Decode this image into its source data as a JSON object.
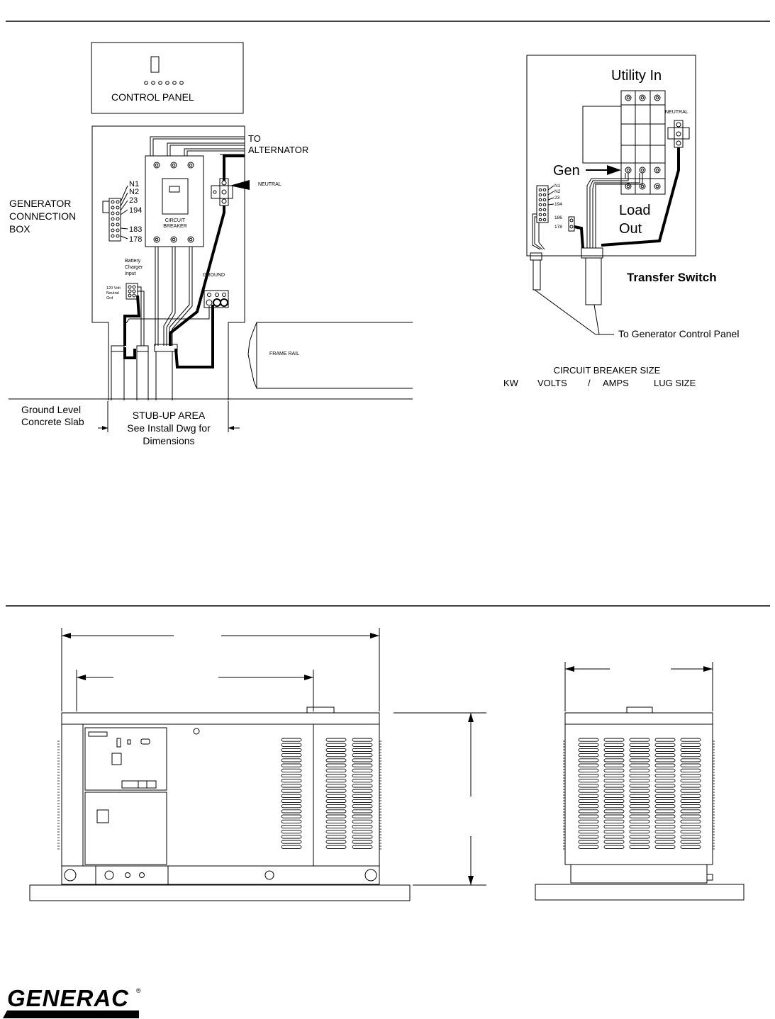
{
  "connection_diagram": {
    "control_panel_label": "CONTROL PANEL",
    "to_alternator_line1": "TO",
    "to_alternator_line2": "ALTERNATOR",
    "neutral_label": "NEUTRAL",
    "circuit_breaker_line1": "CIRCUIT",
    "circuit_breaker_line2": "BREAKER",
    "terminals": [
      "N1",
      "N2",
      "23",
      "194",
      "183",
      "178"
    ],
    "box_label_line1": "GENERATOR",
    "box_label_line2": "CONNECTION",
    "box_label_line3": "BOX",
    "battery_line1": "Battery",
    "battery_line2": "Charger",
    "battery_line3": "Input",
    "battery_sub_line1": "120 Volt",
    "battery_sub_line2": "Neutral",
    "battery_sub_line3": "Grd",
    "ground_label": "GROUND",
    "frame_rail_label": "FRAME RAIL",
    "ground_level_line1": "Ground Level",
    "ground_level_line2": "Concrete Slab",
    "stub_up_line1": "STUB-UP AREA",
    "stub_up_line2": "See Install Dwg for",
    "stub_up_line3": "Dimensions"
  },
  "transfer_switch": {
    "utility_in": "Utility In",
    "neutral": "NEUTRAL",
    "gen": "Gen",
    "load_line1": "Load",
    "load_line2": "Out",
    "terminals": [
      "N1",
      "N2",
      "23",
      "194"
    ],
    "extra_terminals": [
      "186",
      "178"
    ],
    "title": "Transfer Switch",
    "to_control_panel": "To Generator Control Panel"
  },
  "breaker_table": {
    "title": "CIRCUIT BREAKER SIZE",
    "col_kw": "KW",
    "col_volts": "VOLTS",
    "col_sep": "/",
    "col_amps": "AMPS",
    "col_lug": "LUG SIZE"
  },
  "brand": {
    "logo_text": "GENERAC",
    "registered": "®"
  }
}
